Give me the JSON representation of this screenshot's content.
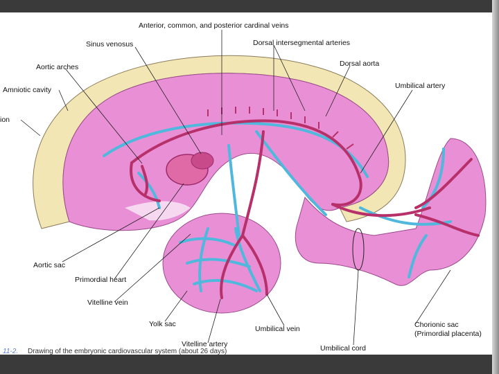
{
  "colors": {
    "amnion": "#f2e6b4",
    "embryo": "#e98fd6",
    "artery": "#b8306a",
    "vein": "#4fb8dc",
    "heart": "#e06aa6"
  },
  "labels": {
    "cardinal_veins": "Anterior, common, and posterior cardinal veins",
    "sinus_venosus": "Sinus venosus",
    "intersegmental": "Dorsal intersegmental arteries",
    "aortic_arches": "Aortic arches",
    "dorsal_aorta": "Dorsal aorta",
    "amniotic_cavity": "Amniotic cavity",
    "umbilical_artery": "Umbilical artery",
    "amnion": "ion",
    "aortic_sac": "Aortic sac",
    "primordial_heart": "Primordial heart",
    "vitelline_vein": "Vitelline vein",
    "yolk_sac": "Yolk sac",
    "umbilical_vein": "Umbilical vein",
    "chorionic_sac": "Chorionic sac",
    "primordial_placenta": "(Primordial placenta)",
    "vitelline_artery": "Vitelline artery",
    "umbilical_cord": "Umbilical cord"
  },
  "caption": {
    "number": "11-2.",
    "text": "Drawing of the embryonic cardiovascular system (about 26 days)"
  }
}
